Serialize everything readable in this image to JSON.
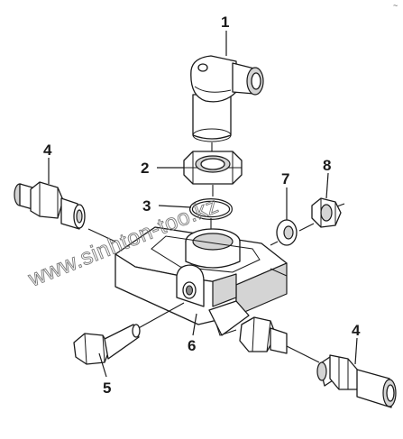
{
  "diagram": {
    "callouts": {
      "c1": "1",
      "c2": "2",
      "c3": "3",
      "c4_left": "4",
      "c4_right": "4",
      "c5": "5",
      "c6": "6",
      "c7": "7",
      "c8": "8"
    },
    "watermark": "www.sinhton-too.kz",
    "corner_mark": "~",
    "colors": {
      "line": "#1a1a1a",
      "shade": "#d4d4d4",
      "watermark": "#7a7a7a",
      "background": "#ffffff"
    }
  }
}
